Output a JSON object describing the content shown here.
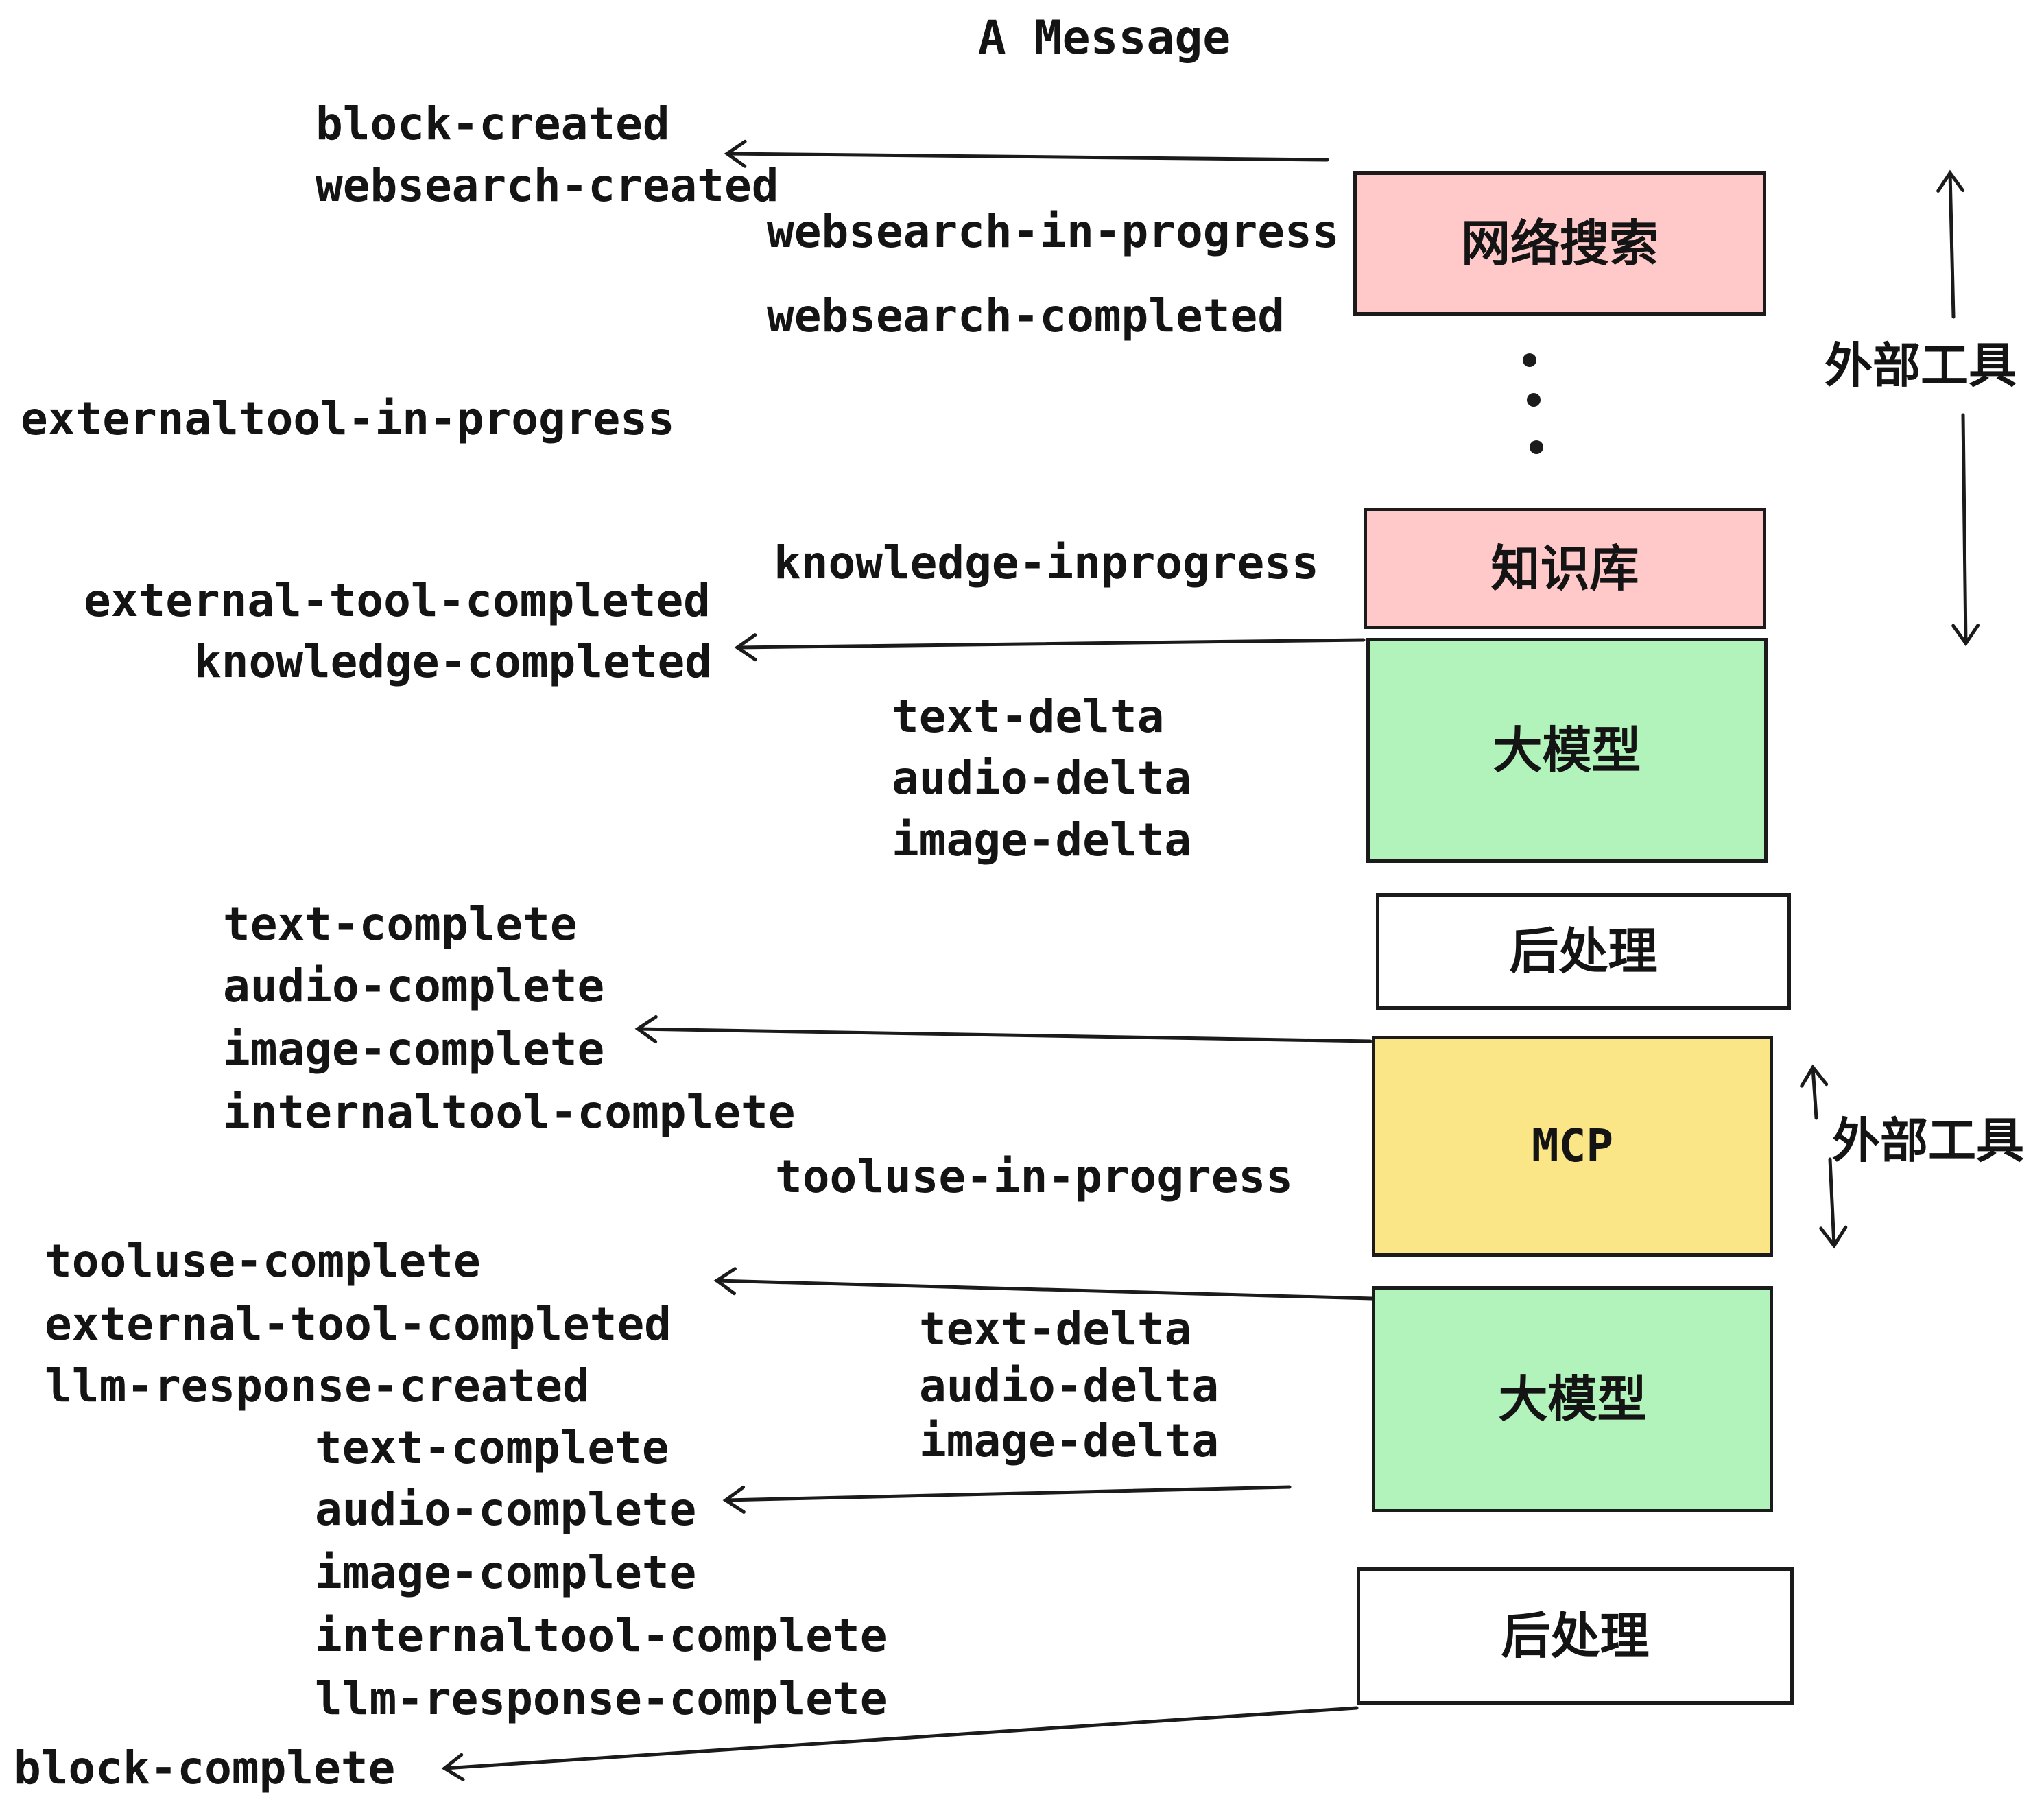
{
  "title": "A Message",
  "events": {
    "block_created": "block-created",
    "websearch_created": "websearch-created",
    "websearch_in_progress": "websearch-in-progress",
    "websearch_completed": "websearch-completed",
    "externaltool_in_progress": "externaltool-in-progress",
    "knowledge_inprogress": "knowledge-inprogress",
    "external_tool_completed": "external-tool-completed",
    "knowledge_completed": "knowledge-completed",
    "text_delta": "text-delta",
    "audio_delta": "audio-delta",
    "image_delta": "image-delta",
    "text_complete": "text-complete",
    "audio_complete": "audio-complete",
    "image_complete": "image-complete",
    "internaltool_complete": "internaltool-complete",
    "tooluse_in_progress": "tooluse-in-progress",
    "tooluse_complete": "tooluse-complete",
    "llm_response_created": "llm-response-created",
    "llm_response_complete": "llm-response-complete",
    "block_complete": "block-complete"
  },
  "boxes": {
    "websearch": {
      "label": "网络搜索",
      "color": "#ffc9c9"
    },
    "knowledge": {
      "label": "知识库",
      "color": "#ffc9c9"
    },
    "llm_top": {
      "label": "大模型",
      "color": "#b2f2bb"
    },
    "post_top": {
      "label": "后处理",
      "color": "#ffffff"
    },
    "mcp": {
      "label": "MCP",
      "color": "#fae587"
    },
    "llm_bottom": {
      "label": "大模型",
      "color": "#b2f2bb"
    },
    "post_bottom": {
      "label": "后处理",
      "color": "#ffffff"
    }
  },
  "annotations": {
    "external_tools_top": "外部工具",
    "external_tools_mcp": "外部工具"
  },
  "colors": {
    "outline": "#1b1b1b",
    "pink": "#ffc9c9",
    "green": "#b2f2bb",
    "yellow": "#fae587",
    "background": "#ffffff"
  }
}
